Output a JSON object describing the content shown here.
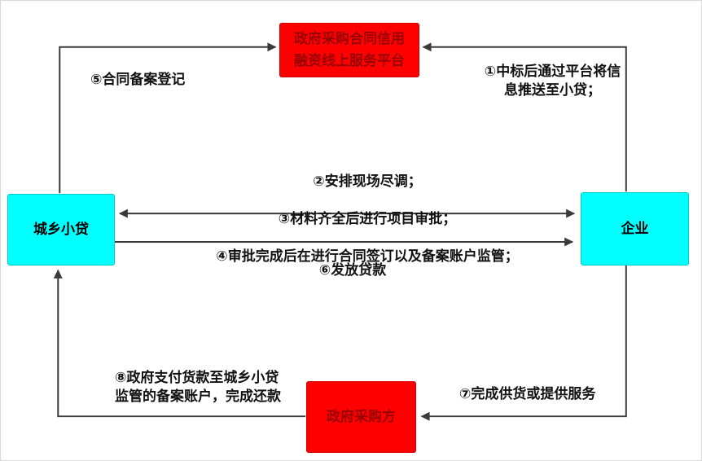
{
  "colors": {
    "red_bg": "#fe0000",
    "red_border": "#d40000",
    "red_text": "#990000",
    "cyan_bg": "#00ffff",
    "cyan_border": "#00cccc",
    "node_text": "#000000",
    "arrow": "#3a3a3a",
    "label_text": "#111111"
  },
  "nodes": {
    "platform": {
      "label": "政府采购合同信用\n融资线上服务平台"
    },
    "lender": {
      "label": "城乡小贷"
    },
    "enterprise": {
      "label": "企业"
    },
    "purchaser": {
      "label": "政府采购方"
    }
  },
  "edges": {
    "register": {
      "label": "⑤合同备案登记"
    },
    "push_info": {
      "label": "①中标后通过平台将信\n息推送至小贷；"
    },
    "process": {
      "lines": [
        "②安排现场尽调；",
        "③材料齐全后进行项目审批；",
        "④审批完成后在进行合同签订以及备案账户监管；"
      ]
    },
    "loan": {
      "label": "⑥发放贷款"
    },
    "supply": {
      "label": "⑦完成供货或提供服务"
    },
    "repay": {
      "label": "⑧政府支付货款至城乡小贷\n监管的备案账户，完成还款"
    }
  }
}
